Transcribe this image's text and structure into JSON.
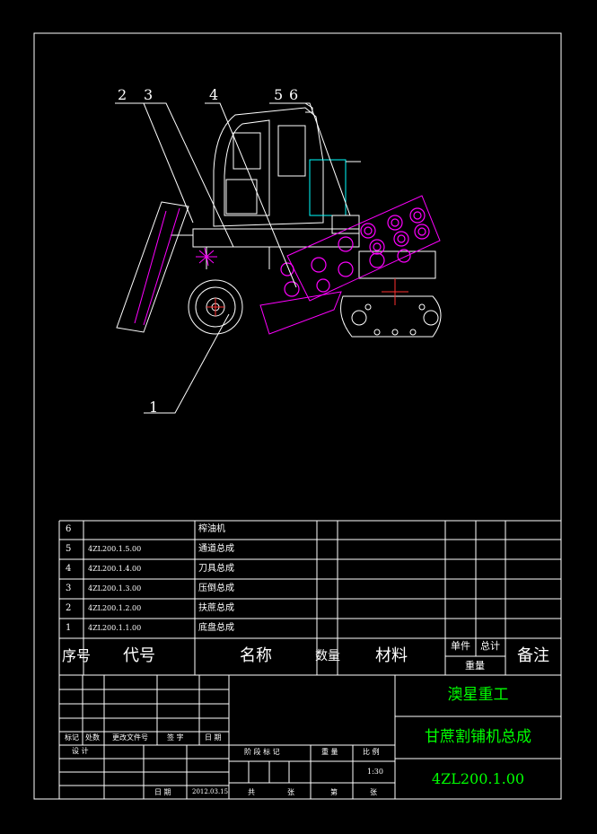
{
  "callouts": [
    "2",
    "3",
    "4",
    "5",
    "6",
    "1"
  ],
  "parts": [
    {
      "no": "6",
      "code": "",
      "name": "榨油机"
    },
    {
      "no": "5",
      "code": "4ZL200.1.5.00",
      "name": "通道总成"
    },
    {
      "no": "4",
      "code": "4ZL200.1.4.00",
      "name": "刀具总成"
    },
    {
      "no": "3",
      "code": "4ZL200.1.3.00",
      "name": "压倒总成"
    },
    {
      "no": "2",
      "code": "4ZL200.1.2.00",
      "name": "扶蔗总成"
    },
    {
      "no": "1",
      "code": "4ZL200.1.1.00",
      "name": "底盘总成"
    }
  ],
  "header": {
    "seq": "序号",
    "code": "代号",
    "name": "名称",
    "qty": "数量",
    "material": "材料",
    "unit": "单件",
    "total": "总计",
    "weight": "重量",
    "remark": "备注"
  },
  "title_block": {
    "company": "澳星重工",
    "drawing_title": "甘蔗割铺机总成",
    "drawing_no": "4ZL200.1.00",
    "mark": "标记",
    "zones": "处数",
    "change_doc": "更改文件号",
    "signature": "签 字",
    "date": "日 期",
    "design": "设 计",
    "date_label": "日 期",
    "date_value": "2012.03.15",
    "stage_mark": "阶 段 标 记",
    "weight": "重 量",
    "scale": "比 例",
    "scale_value": "1:30",
    "total": "共",
    "sheets": "张",
    "page": "第",
    "sheet": "张"
  },
  "colors": {
    "frame": "#ffffff",
    "machine": "#ffffff",
    "parts": "#ff00ff",
    "hatch": "#00ffff",
    "title": "#00ff00"
  }
}
